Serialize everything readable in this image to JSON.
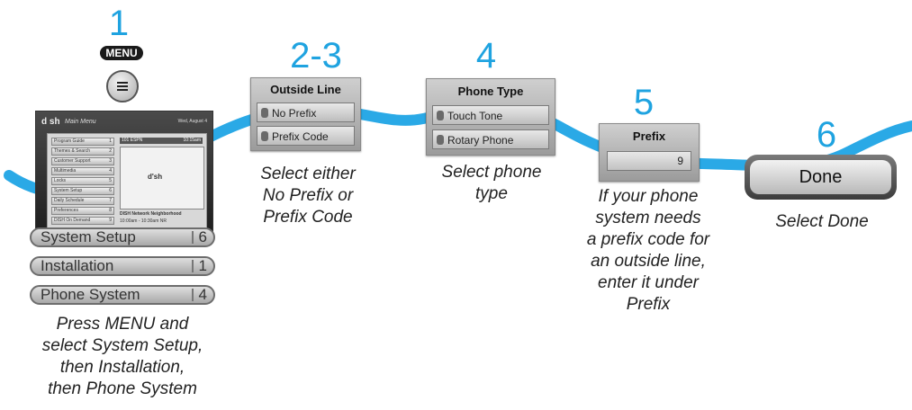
{
  "steps": [
    {
      "number": "1"
    },
    {
      "number": "2-3"
    },
    {
      "number": "4"
    },
    {
      "number": "5"
    },
    {
      "number": "6"
    }
  ],
  "menu_button": {
    "badge": "MENU"
  },
  "tv_screen": {
    "brand": "d sh",
    "title": "Main Menu",
    "date": "Wed, August 4",
    "channel": "101 ESPN",
    "time": "10:15am",
    "menu_items": [
      {
        "label": "Program Guide",
        "num": "1"
      },
      {
        "label": "Themes & Search",
        "num": "2"
      },
      {
        "label": "Customer Support",
        "num": "3"
      },
      {
        "label": "Multimedia",
        "num": "4"
      },
      {
        "label": "Locks",
        "num": "5"
      },
      {
        "label": "System Setup",
        "num": "6"
      },
      {
        "label": "Daily Schedule",
        "num": "7"
      },
      {
        "label": "Preferences",
        "num": "8"
      },
      {
        "label": "DISH On Demand",
        "num": "9"
      }
    ],
    "info_line1": "DISH Network Neighborhood",
    "info_line2": "10:00am - 10:30am NR"
  },
  "menu_path": [
    {
      "label": "System Setup",
      "num": "6"
    },
    {
      "label": "Installation",
      "num": "1"
    },
    {
      "label": "Phone System",
      "num": "4"
    }
  ],
  "outside_line": {
    "title": "Outside Line",
    "options": [
      "No Prefix",
      "Prefix Code"
    ]
  },
  "phone_type": {
    "title": "Phone Type",
    "options": [
      "Touch Tone",
      "Rotary Phone"
    ]
  },
  "prefix": {
    "title": "Prefix",
    "value": "9"
  },
  "done_button": {
    "label": "Done"
  },
  "captions": {
    "step1": [
      "Press MENU and",
      "select System Setup,",
      "then Installation,",
      "then Phone System"
    ],
    "step23": [
      "Select either",
      "No Prefix or",
      "Prefix Code"
    ],
    "step4": [
      "Select phone",
      "type"
    ],
    "step5": [
      "If your phone",
      "system needs",
      "a prefix code for",
      "an outside line,",
      "enter it under",
      "Prefix"
    ],
    "step6": [
      "Select Done"
    ]
  },
  "colors": {
    "accent": "#1fa3e0",
    "path": "#2aa9e6"
  }
}
